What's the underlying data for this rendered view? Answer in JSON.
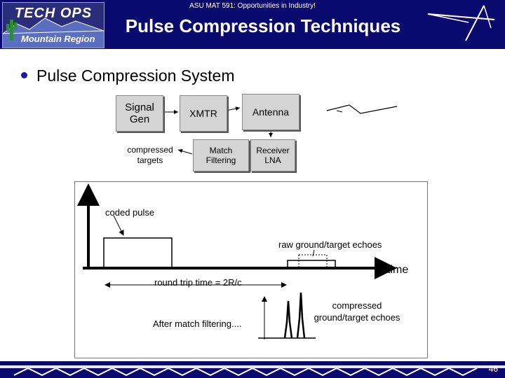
{
  "header": {
    "subtitle": "ASU MAT 591: Opportunities in Industry!",
    "title": "Pulse Compression Techniques",
    "logo_top": "TECH OPS",
    "logo_bottom": "Mountain Region"
  },
  "bullet": "Pulse Compression System",
  "blocks": {
    "signal_gen": "Signal Gen",
    "xmtr": "XMTR",
    "antenna": "Antenna",
    "compressed_targets": "compressed targets",
    "match_filtering": "Match Filtering",
    "receiver_lna": "Receiver LNA"
  },
  "plot": {
    "coded_pulse": "coded pulse",
    "raw_echoes": "raw ground/target echoes",
    "time": "time",
    "round_trip": "round trip time = 2R/c",
    "after_match": "After match filtering....",
    "compressed_echoes": "compressed ground/target echoes"
  },
  "footer": {
    "page_number": "46"
  },
  "colors": {
    "header_bg": "#0a0a6e",
    "box_fill": "#d4d4d4"
  }
}
